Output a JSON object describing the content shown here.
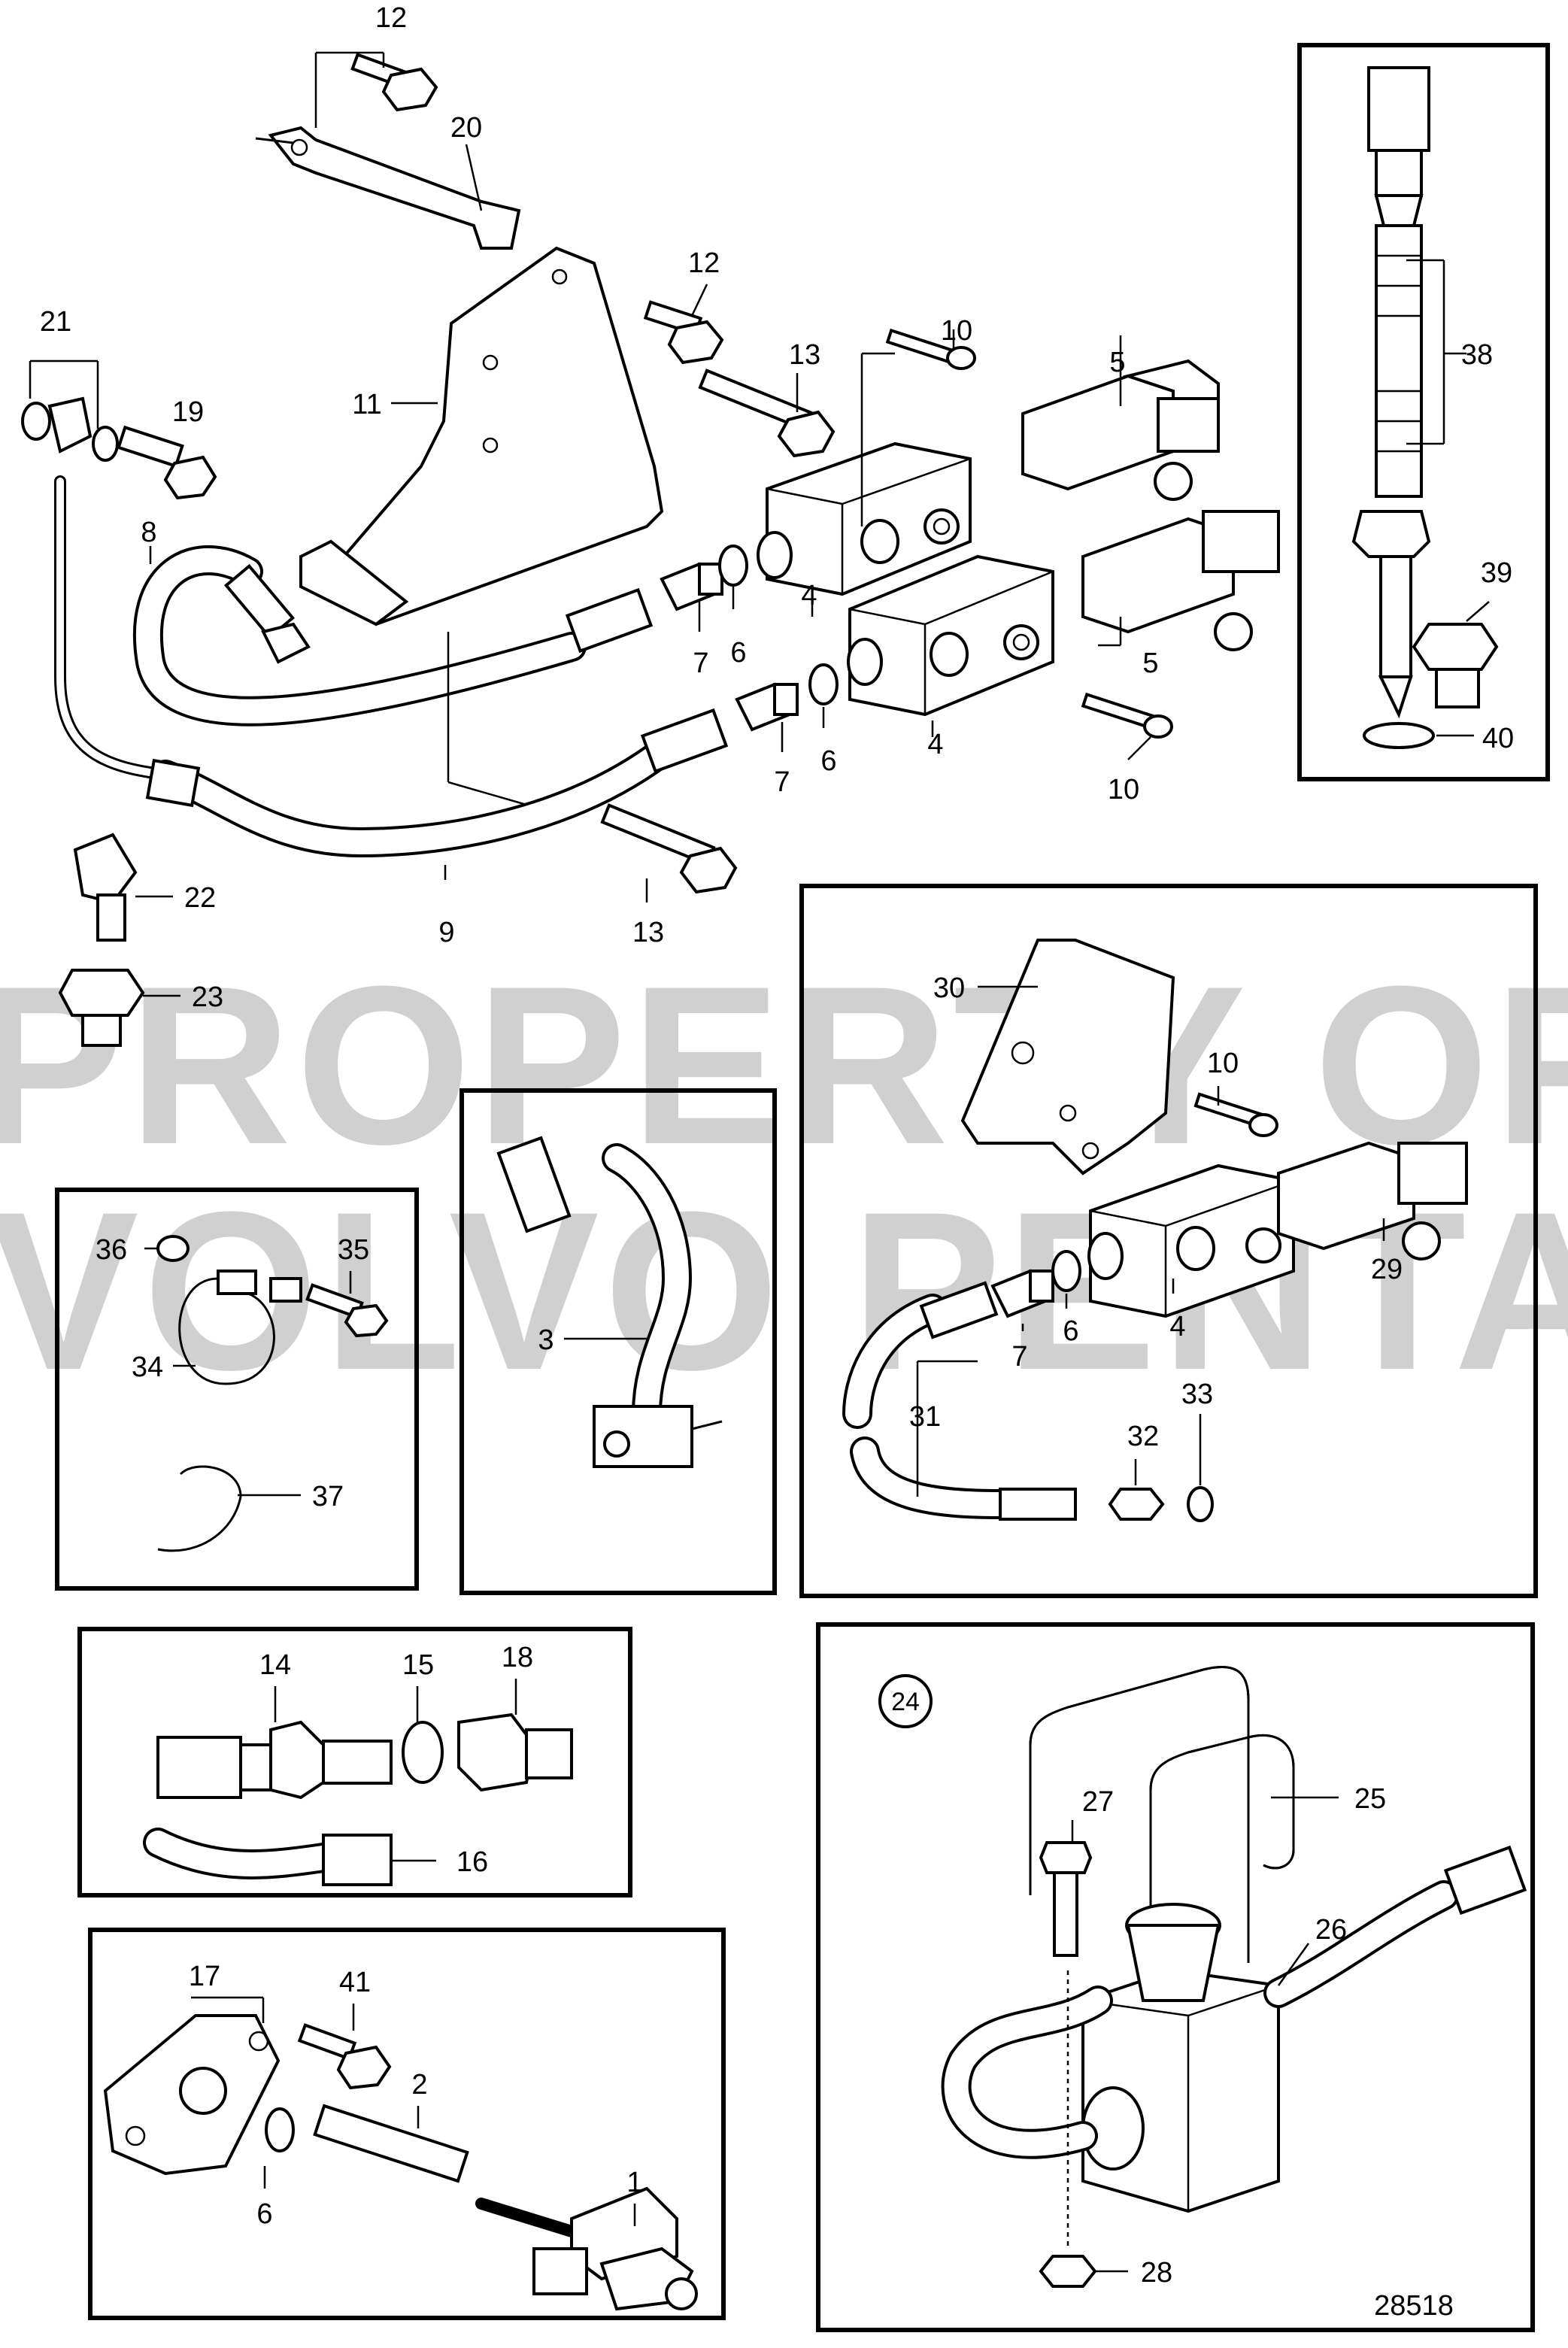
{
  "watermark": {
    "line1": "PROPERTY OF",
    "line2": "VOLVO PENTA"
  },
  "figure_number": "28518",
  "group_marker": "24",
  "callouts": {
    "c1": "1",
    "c2": "2",
    "c3": "3",
    "c4a": "4",
    "c4b": "4",
    "c4c": "4",
    "c5a": "5",
    "c5b": "5",
    "c6a": "6",
    "c6b": "6",
    "c6c": "6",
    "c6d": "6",
    "c7a": "7",
    "c7b": "7",
    "c7c": "7",
    "c8": "8",
    "c9": "9",
    "c10a": "10",
    "c10b": "10",
    "c10c": "10",
    "c11": "11",
    "c12a": "12",
    "c12b": "12",
    "c13a": "13",
    "c13b": "13",
    "c14": "14",
    "c15": "15",
    "c16": "16",
    "c17": "17",
    "c18": "18",
    "c19": "19",
    "c20": "20",
    "c21": "21",
    "c22": "22",
    "c23": "23",
    "c25": "25",
    "c26": "26",
    "c27": "27",
    "c28": "28",
    "c29": "29",
    "c30": "30",
    "c31": "31",
    "c32": "32",
    "c33": "33",
    "c34": "34",
    "c35": "35",
    "c36": "36",
    "c37": "37",
    "c38": "38",
    "c39": "39",
    "c40": "40",
    "c41": "41"
  }
}
